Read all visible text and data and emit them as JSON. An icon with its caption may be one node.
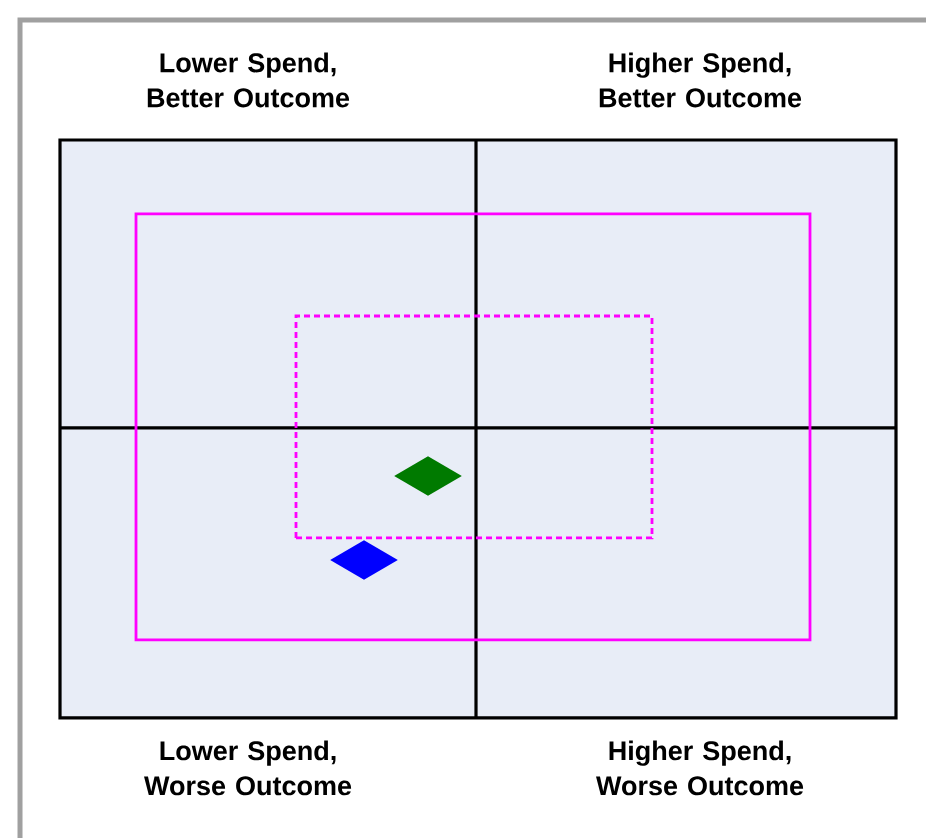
{
  "diagram": {
    "nodes": [
      {
        "text": [],
        "shape": "box"
      },
      {
        "text": [],
        "shape": "box",
        "in": 0
      },
      {
        "text": [],
        "shape": "diamond",
        "in": 1
      },
      {
        "text": [],
        "shape": "diamond",
        "in": 0
      }
    ],
    "labels": [
      "Lower Spend, Better Outcome",
      "Higher Spend, Better Outcome",
      "Lower Spend, Worse Outcome",
      "Higher Spend, Worse Outcome"
    ]
  }
}
